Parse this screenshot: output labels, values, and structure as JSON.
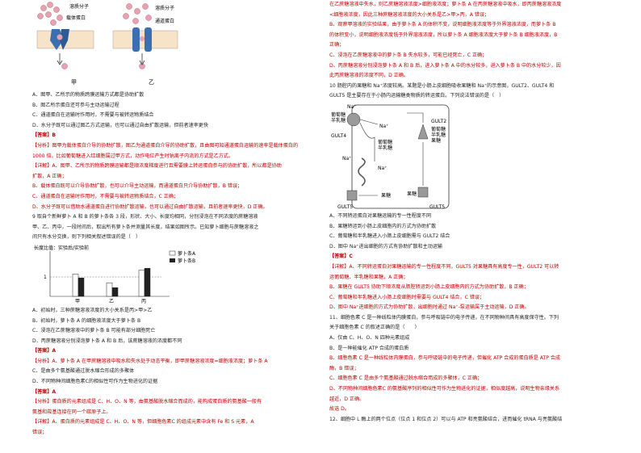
{
  "left": {
    "fig1": {
      "solute_label_1": "溶质分子",
      "solute_label_2": "溶质分子",
      "carrier_label": "载体蛋白",
      "channel_label": "通道蛋白",
      "panel_a": "甲",
      "panel_b": "乙"
    },
    "q_lines_1": [
      "A．图甲、乙所示的物质跨膜运输方式都是协助扩散",
      "B．图乙所示蛋白还可参与主动运输过程",
      "C．通道蛋白在运输时作用时，不需要与被转运物质结合",
      "D．水分子既可以通过图乙方式运输，也可以通过自由扩散运输，但前者速率更快"
    ],
    "ans_1": "【答案】B",
    "analysis_1": [
      "【分析】图甲为载体蛋白介导的协助扩散，图乙为通道蛋白介导的协助扩散，且由图可知通道蛋白运输的速率是载体蛋白的",
      "1000 倍，比如葡萄糖进入红细胞属过甲方式，动作电位产生时钠离子内流的方式是乙方式。"
    ],
    "detail_1": [
      "【详解】A、图甲、乙所示的物质跨膜运输都是顺浓度梯度进行且需要膜上转运蛋白参与的协助扩散，所以都是协助",
      "扩散，A 正确；",
      "B、载体蛋白既可以介导协助扩散，也可以介导主动运输，而通道蛋白只介导协助扩散，B 错误；",
      "C、通道蛋白在运输时作用时，不需要与被转运物质结合，C 正确；",
      "D、水分子既可以借助水通道蛋白进行协助扩散运输，也可以通过自由扩散运输，且前者速率更快，D 正确。"
    ],
    "q9_lines": [
      "9 取自个新鲜萝卜 A 和 B 的萝卜条各 3 段，形状、大小、长度均相同，分别浸泡在不同浓度的蔗糖溶液",
      "甲、乙、丙中，一段时间后，取出所有萝卜条并测量其长度，结果如图所示。已知萝卜细胞与蔗糖溶液之",
      "间只有水分交换，则下列相关叙述错误的是（　）"
    ],
    "chart_data": {
      "type": "bar",
      "ylabel": "长度比值：实验后/实验前",
      "y_tick": "1",
      "categories": [
        "甲",
        "乙",
        "丙"
      ],
      "series": [
        {
          "name": "萝卜条A",
          "values": [
            1.15,
            0.7,
            1.35
          ]
        },
        {
          "name": "萝卜条B",
          "values": [
            0.95,
            0.45,
            1.45
          ]
        }
      ]
    },
    "q9_options": [
      "A．初始时，三种蔗糖溶液浓度的大小关系是丙>甲>乙",
      "B．初始时，萝卜条 A 的细胞液浓度大于萝卜条 B",
      "C．浸泡在乙蔗糖溶液中的萝卜条 B 可能有部分细胞死亡",
      "D．丙蔗糖溶液分别浸泡萝卜条 A 和 B 后，该蔗糖溶液的浓度都不同"
    ],
    "ans_9": "【答案】A",
    "analysis_9": [
      "【分析】A、萝卜条 A 在甲蔗糖溶液中吸水和失水处于动态平衡，即甲蔗糖溶液浓度=细胞液浓度；萝卜条 A",
      "C．是由多个氨基酸通过脱水缩合形成的多聚体",
      "D．不同物种间细胞色素C的相似性可作为生物进化的证据"
    ],
    "ans_10": "【答案】A",
    "analysis_10": "【分析】蛋白质的元素组成是 C、H、O、N 等，由氨基酸脱水缩合而成的，能构成蛋白质的氨基酸一般有",
    "analysis_10b": "氨基和羧基连接在同一个碳原子上。",
    "detail_10": [
      "【详解】A、蛋白质的元素组成是 C、H、O、N 等，但细胞色素C 的组成元素中含有 Fe 和 S 元素，A",
      "错误；"
    ]
  },
  "right": {
    "lines_top": [
      "在乙蔗糖溶液中失水，则乙蔗糖溶液浓度>细胞液浓度；萝卜条 A 在丙蔗糖溶液中吸水，即丙蔗糖溶液浓度",
      "<细胞液浓度，因此三种蔗糖溶液浓度的大小关系是乙>甲>丙，A 错误；",
      "B、观察甲溶液的实验结果，由于萝卜条 A 的体积不变，说明细胞液浓度等于外界溶液浓度，而萝卜条 B",
      "的体积变小，说明细胞液浓度低于外界溶液浓度，所以萝卜条 A 细胞液浓度大于萝卜条 B 细胞液浓度，B",
      "正确；",
      "C、浸泡在乙蔗糖溶液中的萝卜条 B 失水较多，可能已经死亡，C 正确；",
      "D、丙蔗糖溶液分别浸泡萝卜条 A 和 B 后，进入萝卜条 A 中的水分较多，进入萝卜条 B 中的水分较少，因",
      "此丙蔗糖溶液的浓度不同，D 正确。"
    ],
    "q10_lines": [
      "10 肠腔内的果糖和 Na⁺浓度较高。某题是小肠上皮细胞吸收果糖和 Na⁺的示意图，GULT2、GULT4 和",
      "GULT5 是主要存在于小肠内运输糖类物质的转运蛋白。下列说法错误的是（　）"
    ],
    "fig2": {
      "na": "Na⁺",
      "lumen_label": "葡萄糖\n半乳糖",
      "glut4": "GULT4",
      "glut2": "GULT2",
      "glut5": "GULT5",
      "glut2_label": "葡萄糖\n半乳糖\n果糖",
      "mid_label": "葡萄糖\n半乳糖",
      "fructose": "果糖",
      "fructose2": "果糖"
    },
    "q10_options": [
      "A．不同转运蛋白对果糖运输的专一性程度不同",
      "B．果糖转运到小肠上皮细胞内的方式为协助扩散",
      "C．葡萄糖和半乳糖进入小肠上皮细胞需与 GULT2 结合",
      "D．图中 Na⁺进出细胞的方式有协助扩散和主动运输"
    ],
    "ans_10": "【答案】C",
    "detail_10": [
      "【详解】A、不同转运蛋白对果糖运输的专一性程度不同，GULT5 对果糖具有高度专一性，GULT2 可以转",
      "运葡萄糖、半乳糖和果糖，A 正确；",
      "B、果糖在 GULT5 协助下顺浓度从肠腔转运到小肠上皮细胞内的方式为协助扩散，B 正确；",
      "C、葡萄糖和半乳糖进入小肠上皮细胞时需要与 GULT4 结合，C 错误；",
      "D、图中 Na⁺进细胞的方式为协助扩散，出细胞时通过 Na⁺-泵运输属于主动运输，D 正确。"
    ],
    "q11_lines": [
      "11、细胞色素 C 是一种线粒体内膜蛋白，参与呼吸链中的电子传递，在不同物种间具有高度保守性。下列",
      "关于细胞色素 C 的叙述正确的是（　　）"
    ],
    "q11_options": [
      "A．仅由 C、H、O、N 四种元素组成",
      "B．是一种能催化 ATP 合成的蛋白质"
    ],
    "detail_11": [
      "B、细胞色素 C 是一种线粒体内膜蛋白，参与呼吸链中的电子传递，但催化 ATP 合成的蛋白质是 ATP 合成",
      "酶，B 错误；",
      "C、细胞色素 C 是由多个氨基酸通过脱水缩合而成的多聚体，C 正确；",
      "D、不同物种间细胞色素C 的氨基酸序列的相似性可作为生物进化的证据，相似度越高，说明生物亲缘关系",
      "越近，D 正确。"
    ],
    "ans_11": "故选 D。",
    "q12": "12、细胞中 L 酶上的两个位点（位点 1 和位点 2）可以与 ATP 和亮氨酸结合，进而催化 tRNA 与亮氨酸结"
  }
}
